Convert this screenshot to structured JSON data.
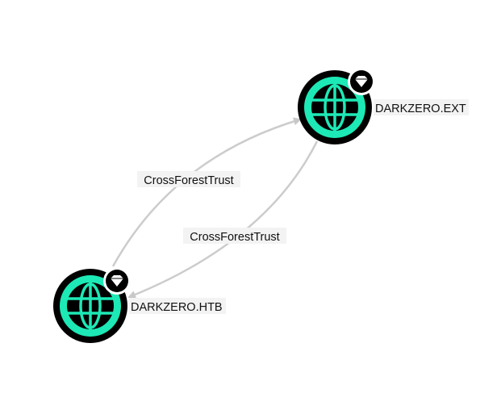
{
  "nodes": [
    {
      "id": "ext",
      "label": "DARKZERO.EXT",
      "type": "domain",
      "icon": "globe-icon",
      "badge": "gem-icon"
    },
    {
      "id": "htb",
      "label": "DARKZERO.HTB",
      "type": "domain",
      "icon": "globe-icon",
      "badge": "gem-icon"
    }
  ],
  "edges": [
    {
      "from": "htb",
      "to": "ext",
      "label": "CrossForestTrust"
    },
    {
      "from": "ext",
      "to": "htb",
      "label": "CrossForestTrust"
    }
  ],
  "colors": {
    "node_fill": "#1de9b6",
    "node_ring": "#000000",
    "edge": "#cccccc",
    "label_bg": "#f3f3f3"
  }
}
